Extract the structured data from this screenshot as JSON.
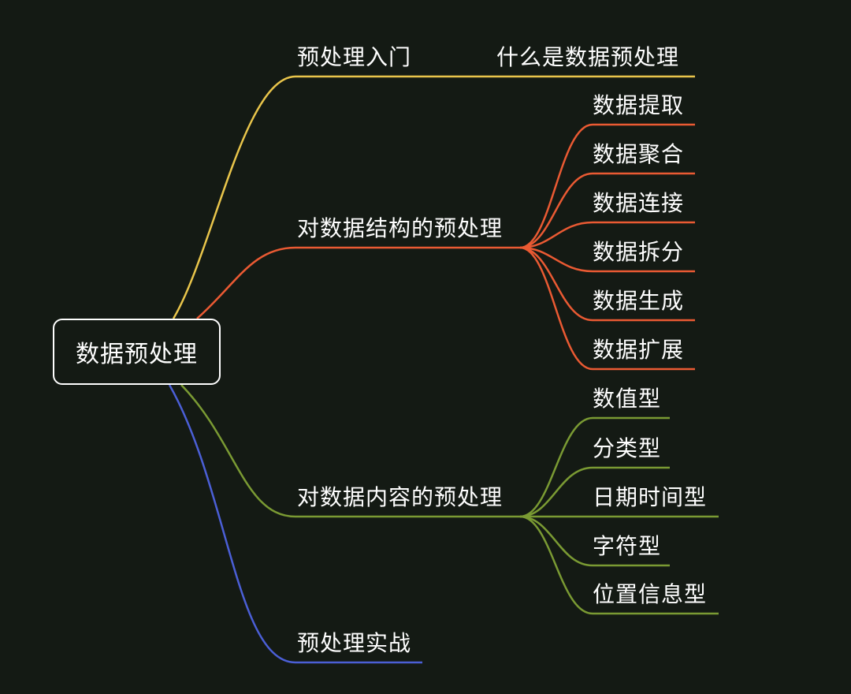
{
  "root": {
    "label": "数据预处理"
  },
  "branches": [
    {
      "label": "预处理入门",
      "color": "#e9c54b",
      "children": [
        "什么是数据预处理"
      ]
    },
    {
      "label": "对数据结构的预处理",
      "color": "#ea5a33",
      "children": [
        "数据提取",
        "数据聚合",
        "数据连接",
        "数据拆分",
        "数据生成",
        "数据扩展"
      ]
    },
    {
      "label": "对数据内容的预处理",
      "color": "#7a9a33",
      "children": [
        "数值型",
        "分类型",
        "日期时间型",
        "字符型",
        "位置信息型"
      ]
    },
    {
      "label": "预处理实战",
      "color": "#4b5fd6",
      "children": []
    }
  ]
}
